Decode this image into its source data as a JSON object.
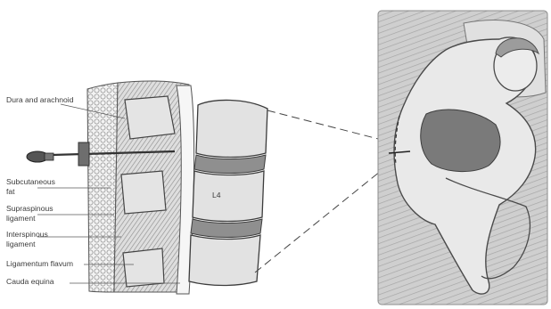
{
  "labels": {
    "dura": "Dura and arachnoid",
    "subcut_1": "Subcutaneous",
    "subcut_2": "fat",
    "supra_1": "Supraspinous",
    "supra_2": "ligament",
    "inter_1": "Interspinous",
    "inter_2": "ligament",
    "flavum": "Ligamentum flavum",
    "cauda": "Cauda equina",
    "vertebra": "L4"
  }
}
